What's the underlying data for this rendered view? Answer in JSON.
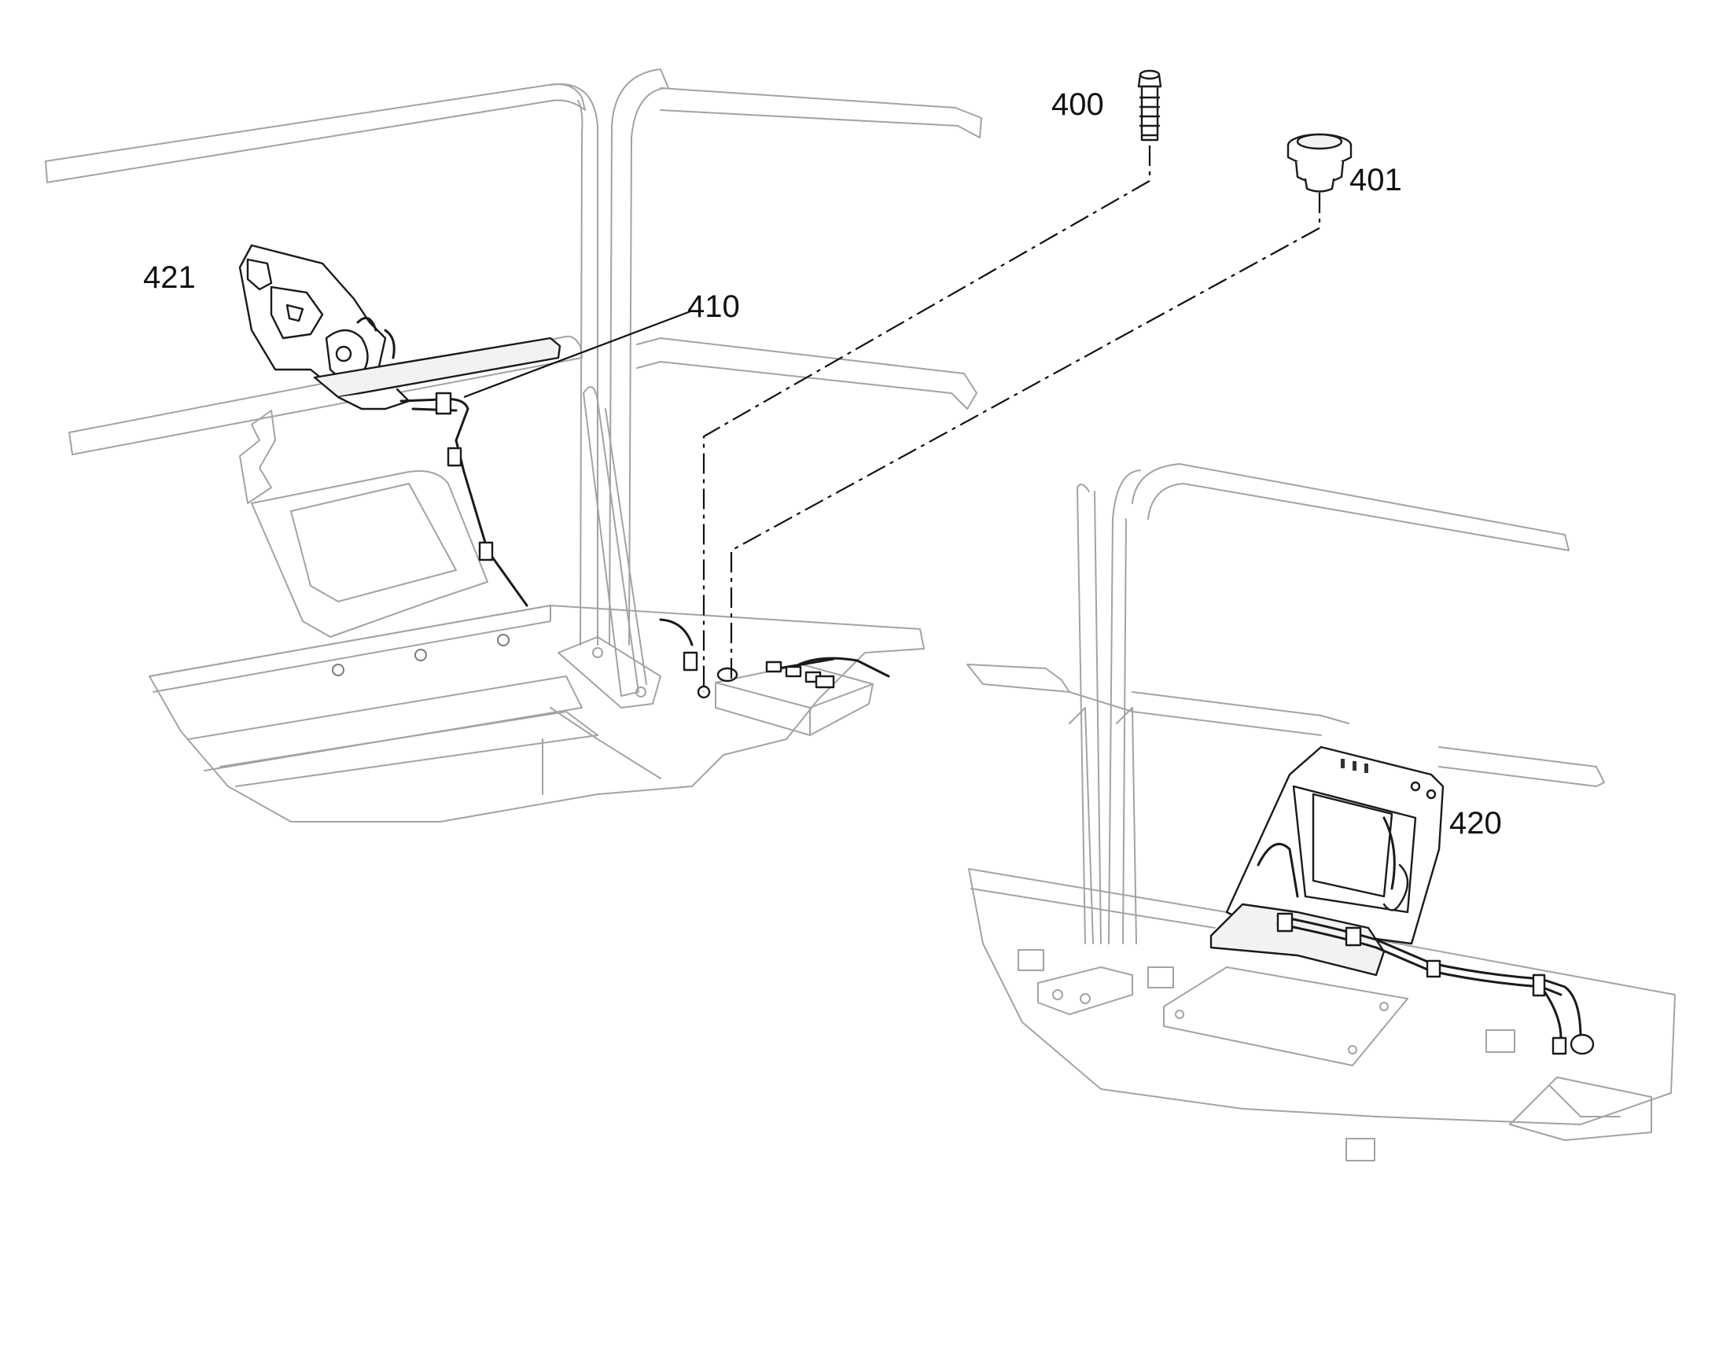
{
  "callouts": {
    "c400": "400",
    "c401": "401",
    "c410": "410",
    "c420": "420",
    "c421": "421"
  },
  "colors": {
    "line": "#111111",
    "context_line": "#a3a3a3",
    "background": "#ffffff"
  }
}
